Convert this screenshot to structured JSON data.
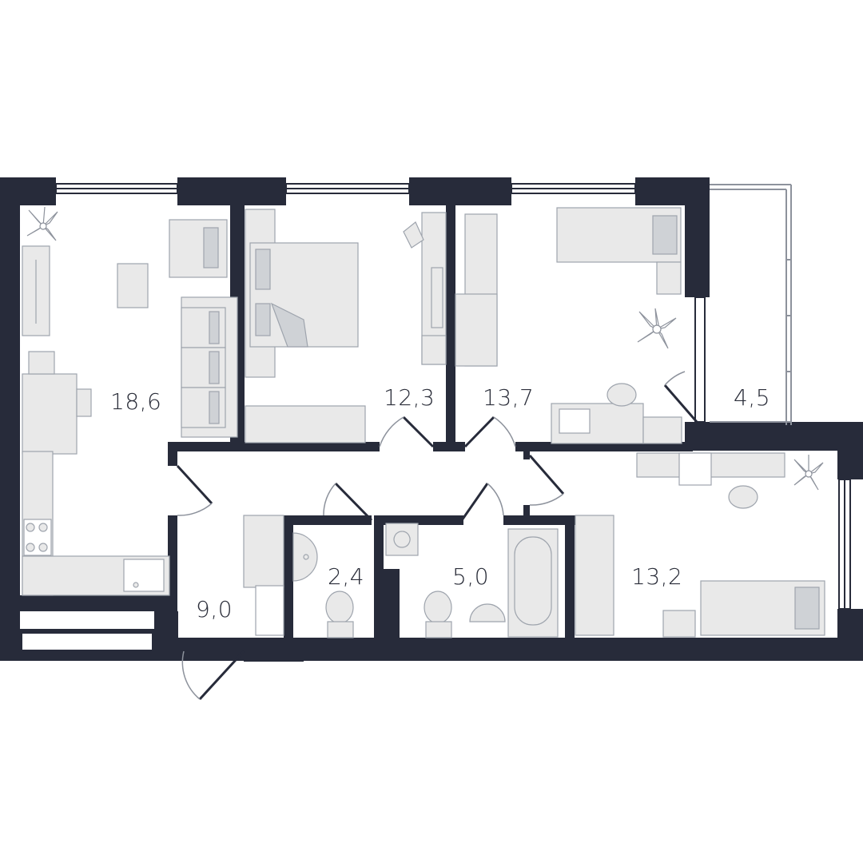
{
  "colors": {
    "wall": "#272b3a",
    "furniture_fill": "#e9e9e9",
    "furniture_stroke": "#9ea4ad",
    "line": "#8d929c",
    "background": "#ffffff"
  },
  "rooms": [
    {
      "id": "living-kitchen",
      "area": "18,6"
    },
    {
      "id": "bedroom-1",
      "area": "12,3"
    },
    {
      "id": "bedroom-2",
      "area": "13,7"
    },
    {
      "id": "balcony",
      "area": "4,5"
    },
    {
      "id": "hallway",
      "area": "9,0"
    },
    {
      "id": "toilet",
      "area": "2,4"
    },
    {
      "id": "bathroom",
      "area": "5,0"
    },
    {
      "id": "bedroom-3",
      "area": "13,2"
    }
  ],
  "icons": [
    "plant-icon",
    "armchair-icon",
    "sofa-icon",
    "double-bed-icon",
    "single-bed-icon",
    "desk-icon",
    "laptop-icon",
    "chair-icon",
    "wardrobe-icon",
    "stove-icon",
    "sink-icon",
    "toilet-icon",
    "bathtub-icon",
    "washing-machine-icon",
    "door-icon",
    "window-icon"
  ]
}
